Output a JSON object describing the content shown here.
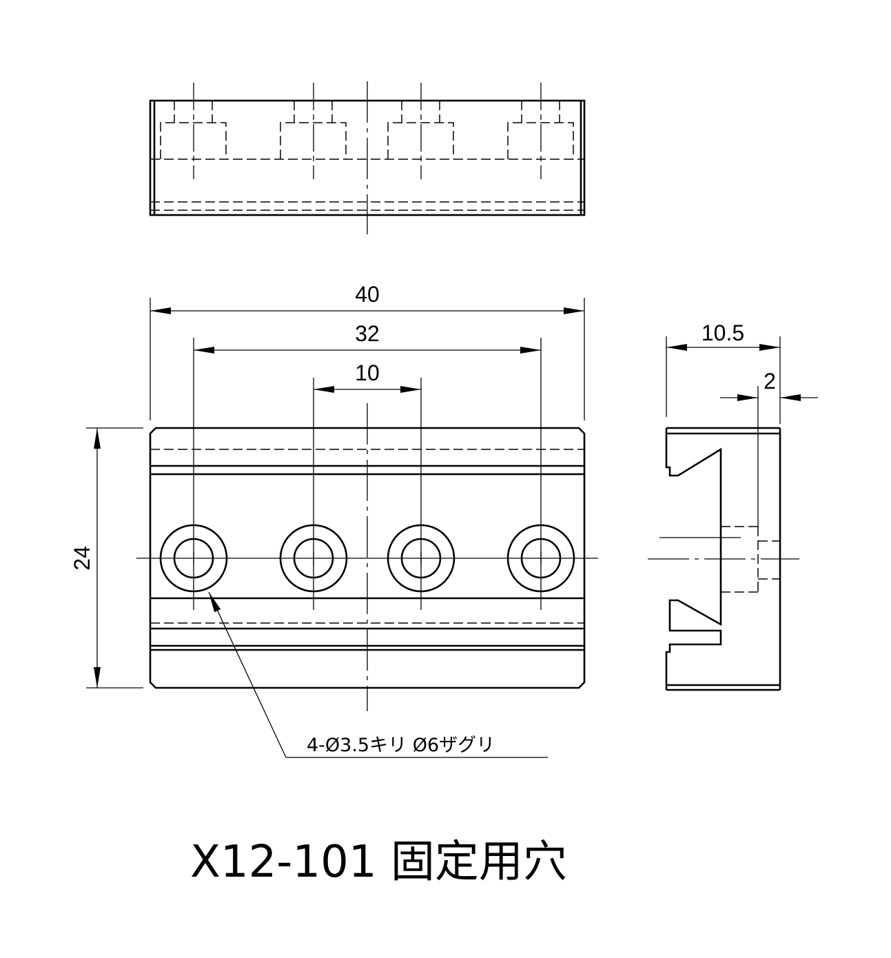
{
  "drawing": {
    "dimensions": {
      "overall_length": "40",
      "hole_span_outer": "32",
      "hole_span_inner": "10",
      "height": "24",
      "depth": "10.5",
      "step": "2"
    },
    "hole_note": "4-Ø3.5キリ Ø6ザグリ",
    "title": "X12-101 固定用穴"
  }
}
